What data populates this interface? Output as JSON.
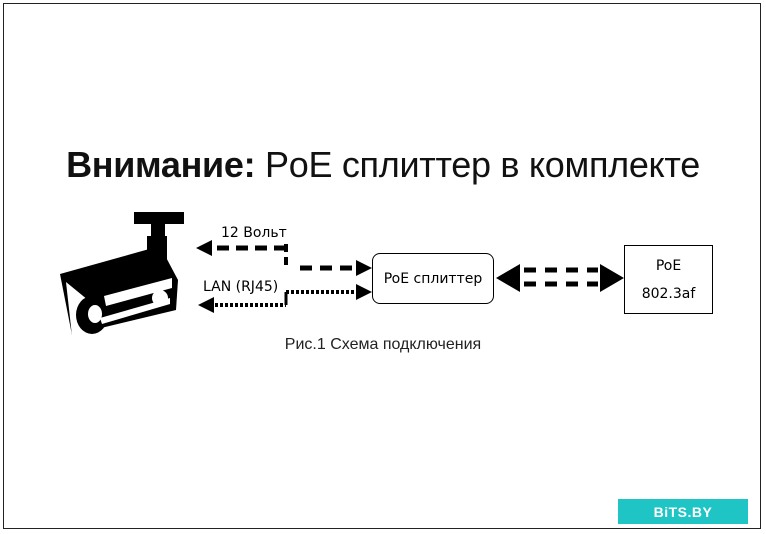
{
  "title": {
    "bold": "Внимание:",
    "rest": " PoE сплиттер в комплекте"
  },
  "labels": {
    "power": "12 Вольт",
    "lan": "LAN (RJ45)"
  },
  "splitter": {
    "label": "PoE сплиттер"
  },
  "poe_source": {
    "line1": "PoE",
    "line2": "802.3af"
  },
  "caption": "Рис.1 Схема подключения",
  "watermark": "BiTS.BY",
  "colors": {
    "accent": "#1fc4c4",
    "ink": "#000000"
  },
  "icons": {
    "camera": "cctv-camera-icon"
  }
}
